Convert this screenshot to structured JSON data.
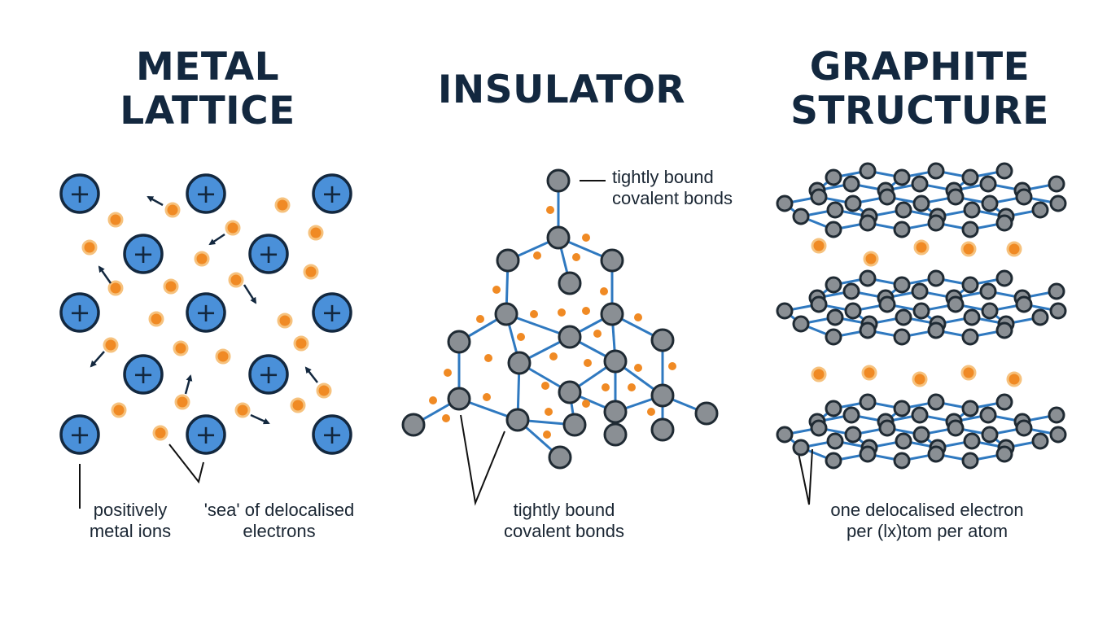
{
  "panels": [
    {
      "title_lines": [
        "METAL",
        "LATTICE"
      ],
      "labels": [
        {
          "lines": [
            "positively",
            "metal ions"
          ]
        },
        {
          "lines": [
            "'sea' of delocalised",
            "electrons"
          ]
        }
      ]
    },
    {
      "title_lines": [
        "INSULATOR"
      ],
      "labels": [
        {
          "lines": [
            "tightly bound",
            "covalent bonds"
          ]
        },
        {
          "lines": [
            "tightly bound",
            "covalent bonds"
          ]
        }
      ]
    },
    {
      "title_lines": [
        "GRAPHITE",
        "STRUCTURE"
      ],
      "labels": [
        {
          "lines": [
            "one delocalised electron",
            "per (lx)tom per atom"
          ]
        }
      ]
    }
  ],
  "ion_symbol": "+",
  "colors": {
    "title": "#13283f",
    "ion_fill": "#4a90d9",
    "ion_stroke": "#13283f",
    "electron_fill": "#f08a24",
    "electron_stroke": "#f6c27e",
    "atom_fill": "#8a8f94",
    "atom_stroke": "#1f2a33",
    "bond": "#2f79c0",
    "leader": "#111111"
  },
  "icons": [
    "positive-ion-icon",
    "electron-icon",
    "atom-icon",
    "arrow-icon"
  ]
}
